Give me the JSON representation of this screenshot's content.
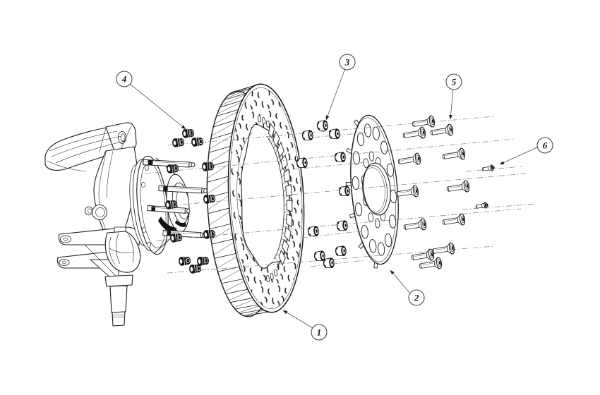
{
  "diagram": {
    "colors": {
      "background": "#ffffff",
      "line": "#1c1c1c",
      "dark_fill": "#141414",
      "centerline": "#8c8c8c",
      "leader": "#4f4f4f"
    },
    "callouts": [
      {
        "number": "1"
      },
      {
        "number": "2"
      },
      {
        "number": "3"
      },
      {
        "number": "4"
      },
      {
        "number": "5"
      },
      {
        "number": "6"
      }
    ]
  }
}
